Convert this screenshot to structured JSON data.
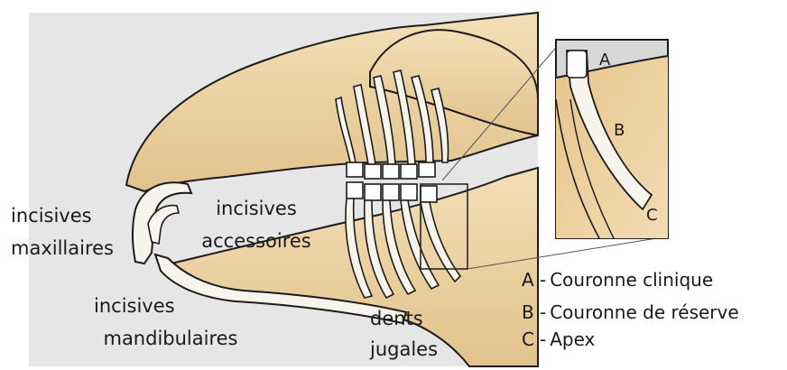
{
  "labels": {
    "incisives_maxillaires": [
      "incisives",
      "maxillaires"
    ],
    "incisives_accessoires": [
      "incisives",
      "accessoires"
    ],
    "incisives_mandibulaires": [
      "incisives",
      "mandibulaires"
    ],
    "dents_jugales": [
      "dents",
      "jugales"
    ]
  },
  "inset_letters": {
    "a": "A",
    "b": "B",
    "c": "C"
  },
  "legend": [
    {
      "key": "A",
      "dash": "-",
      "text": "Couronne clinique"
    },
    {
      "key": "B",
      "dash": "-",
      "text": "Couronne de réserve"
    },
    {
      "key": "C",
      "dash": "-",
      "text": "Apex"
    }
  ],
  "colors": {
    "background_panel": "#e6e6e6",
    "bone": "#efd7aa",
    "bone_shadow": "#d9b77e",
    "tooth": "#f6f4ec",
    "outline": "#1c1c1c"
  }
}
